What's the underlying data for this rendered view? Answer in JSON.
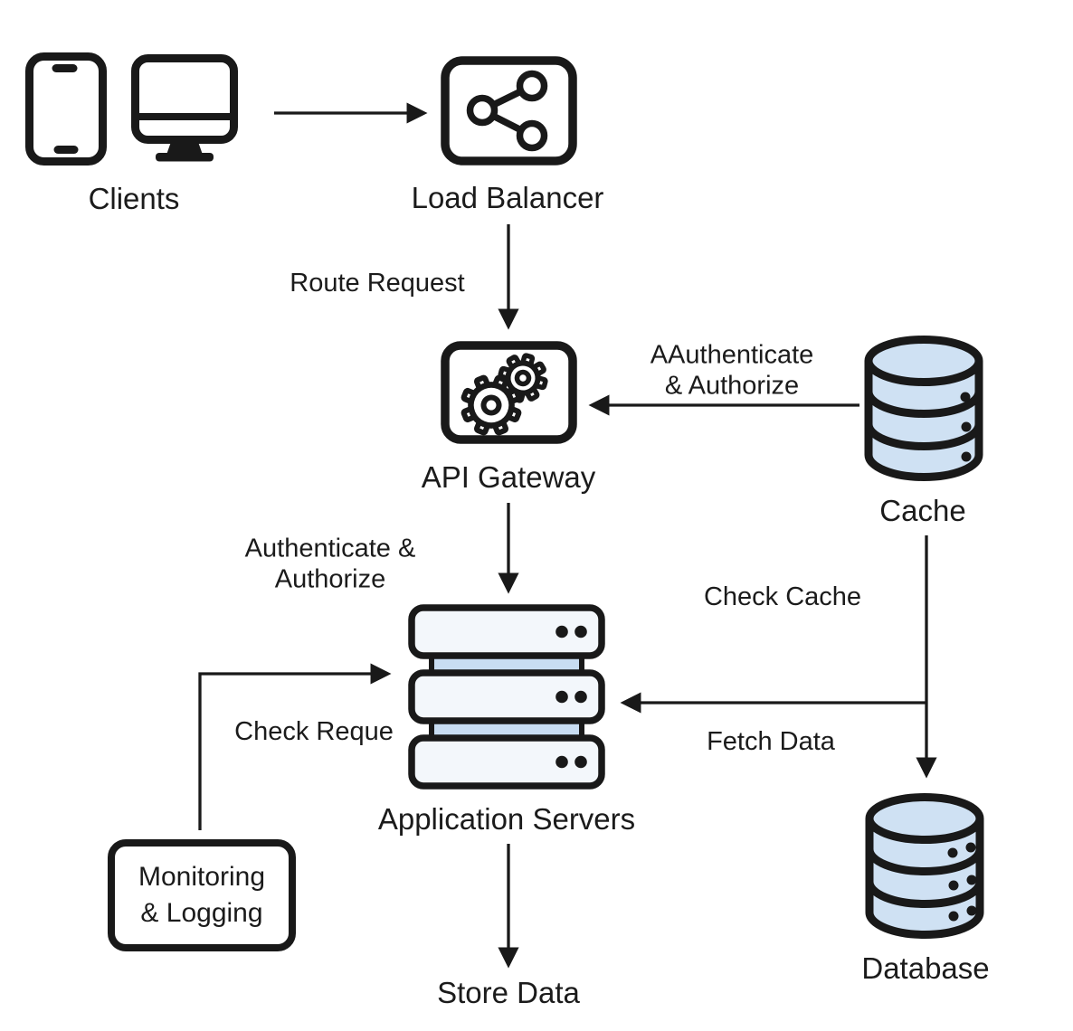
{
  "colors": {
    "background": "#ffffff",
    "stroke": "#191919",
    "cylinder_fill": "#cfe1f3",
    "server_fill": "#f3f7fb",
    "band_fill": "#c8ddf2",
    "text": "#1b1b1b"
  },
  "nodes": {
    "clients": {
      "label": "Clients",
      "icon": "smartphone-icon + desktop-monitor-icon"
    },
    "load_balancer": {
      "label": "Load Balancer",
      "icon": "share-network-icon"
    },
    "api_gateway": {
      "label": "API Gateway",
      "icon": "gears-icon"
    },
    "cache": {
      "label": "Cache",
      "icon": "database-cylinder-icon"
    },
    "application_servers": {
      "label": "Application Servers",
      "icon": "server-stack-icon"
    },
    "database": {
      "label": "Database",
      "icon": "database-cylinder-icon"
    },
    "monitoring": {
      "label": "Monitoring\n& Logging"
    }
  },
  "edges": {
    "route_request": {
      "label": "Route Request"
    },
    "cache_to_api": {
      "label": "AAuthenticate\n& Authorize"
    },
    "api_to_servers": {
      "label": "Authenticate &\nAuthorize"
    },
    "check_cache": {
      "label": "Check Cache"
    },
    "monitoring_to_servers": {
      "label": "Check Reque"
    },
    "fetch_data": {
      "label": "Fetch Data"
    },
    "store_data": {
      "label": "Store Data"
    }
  }
}
